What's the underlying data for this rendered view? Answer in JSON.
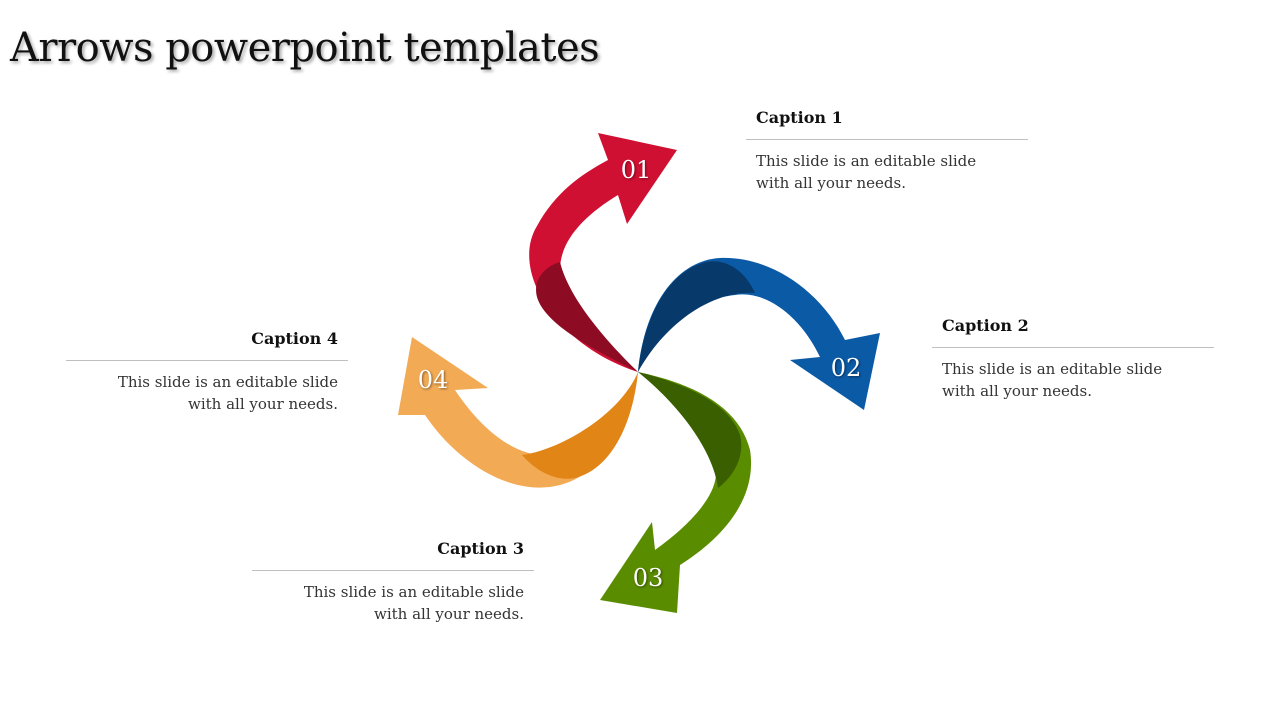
{
  "title": "Arrows powerpoint templates",
  "colors": {
    "red": "#d01033",
    "red_dark": "#8e0b24",
    "blue": "#0b5aa6",
    "blue_dark": "#073a6b",
    "green": "#5a8c00",
    "green_dark": "#3a5f00",
    "orange": "#f2aa55",
    "orange_dark": "#e08516"
  },
  "arrows": [
    {
      "number": "01",
      "color": "red"
    },
    {
      "number": "02",
      "color": "blue"
    },
    {
      "number": "03",
      "color": "green"
    },
    {
      "number": "04",
      "color": "orange"
    }
  ],
  "captions": [
    {
      "title": "Caption 1",
      "text": "This slide is an editable slide with all your needs."
    },
    {
      "title": "Caption 2",
      "text": "This slide is an editable slide with all your needs."
    },
    {
      "title": "Caption 3",
      "text": "This slide is an editable slide with all your needs."
    },
    {
      "title": "Caption 4",
      "text": "This slide is an editable slide with all your needs."
    }
  ]
}
